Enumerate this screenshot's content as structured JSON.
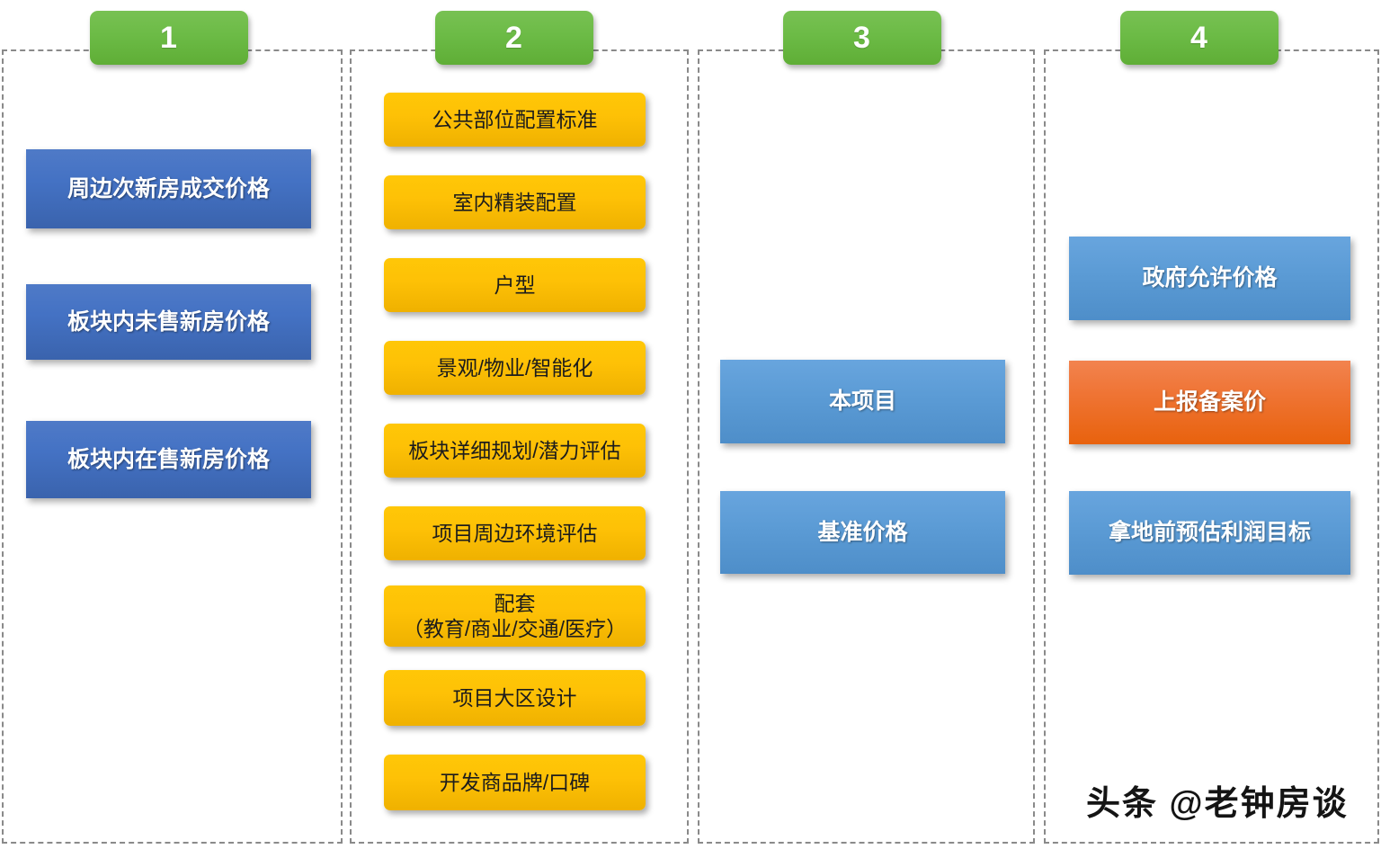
{
  "diagram": {
    "type": "four-column-grouped-flow",
    "columns": [
      {
        "badge": "1",
        "accent_color": "#4472C4",
        "items": [
          {
            "label": "周边次新房成交价格",
            "style": "blue-dark"
          },
          {
            "label": "板块内未售新房价格",
            "style": "blue-dark"
          },
          {
            "label": "板块内在售新房价格",
            "style": "blue-dark"
          }
        ]
      },
      {
        "badge": "2",
        "accent_color": "#FFC000",
        "items": [
          {
            "label": "公共部位配置标准",
            "style": "amber"
          },
          {
            "label": "室内精装配置",
            "style": "amber"
          },
          {
            "label": "户型",
            "style": "amber"
          },
          {
            "label": "景观/物业/智能化",
            "style": "amber"
          },
          {
            "label": "板块详细规划/潜力评估",
            "style": "amber"
          },
          {
            "label": "项目周边环境评估",
            "style": "amber"
          },
          {
            "label": "配套",
            "label2": "（教育/商业/交通/医疗）",
            "style": "amber"
          },
          {
            "label": "项目大区设计",
            "style": "amber"
          },
          {
            "label": "开发商品牌/口碑",
            "style": "amber"
          }
        ]
      },
      {
        "badge": "3",
        "accent_color": "#5B9BD5",
        "items": [
          {
            "label": "本项目",
            "style": "blue-light"
          },
          {
            "label": "基准价格",
            "style": "blue-light"
          }
        ]
      },
      {
        "badge": "4",
        "accent_color": "#5B9BD5",
        "items": [
          {
            "label": "政府允许价格",
            "style": "blue-light"
          },
          {
            "label": "上报备案价",
            "style": "orange"
          },
          {
            "label": "拿地前预估利润目标",
            "style": "blue-light"
          }
        ]
      }
    ]
  },
  "watermark": {
    "text": "头条 @老钟房谈"
  },
  "colors": {
    "badge_green": "#6CBB46",
    "blue_dark": "#4472C4",
    "blue_light": "#5B9BD5",
    "amber": "#FFC000",
    "orange": "#ED7D31",
    "frame_dash": "#8A8A8A",
    "background": "#FFFFFF"
  }
}
